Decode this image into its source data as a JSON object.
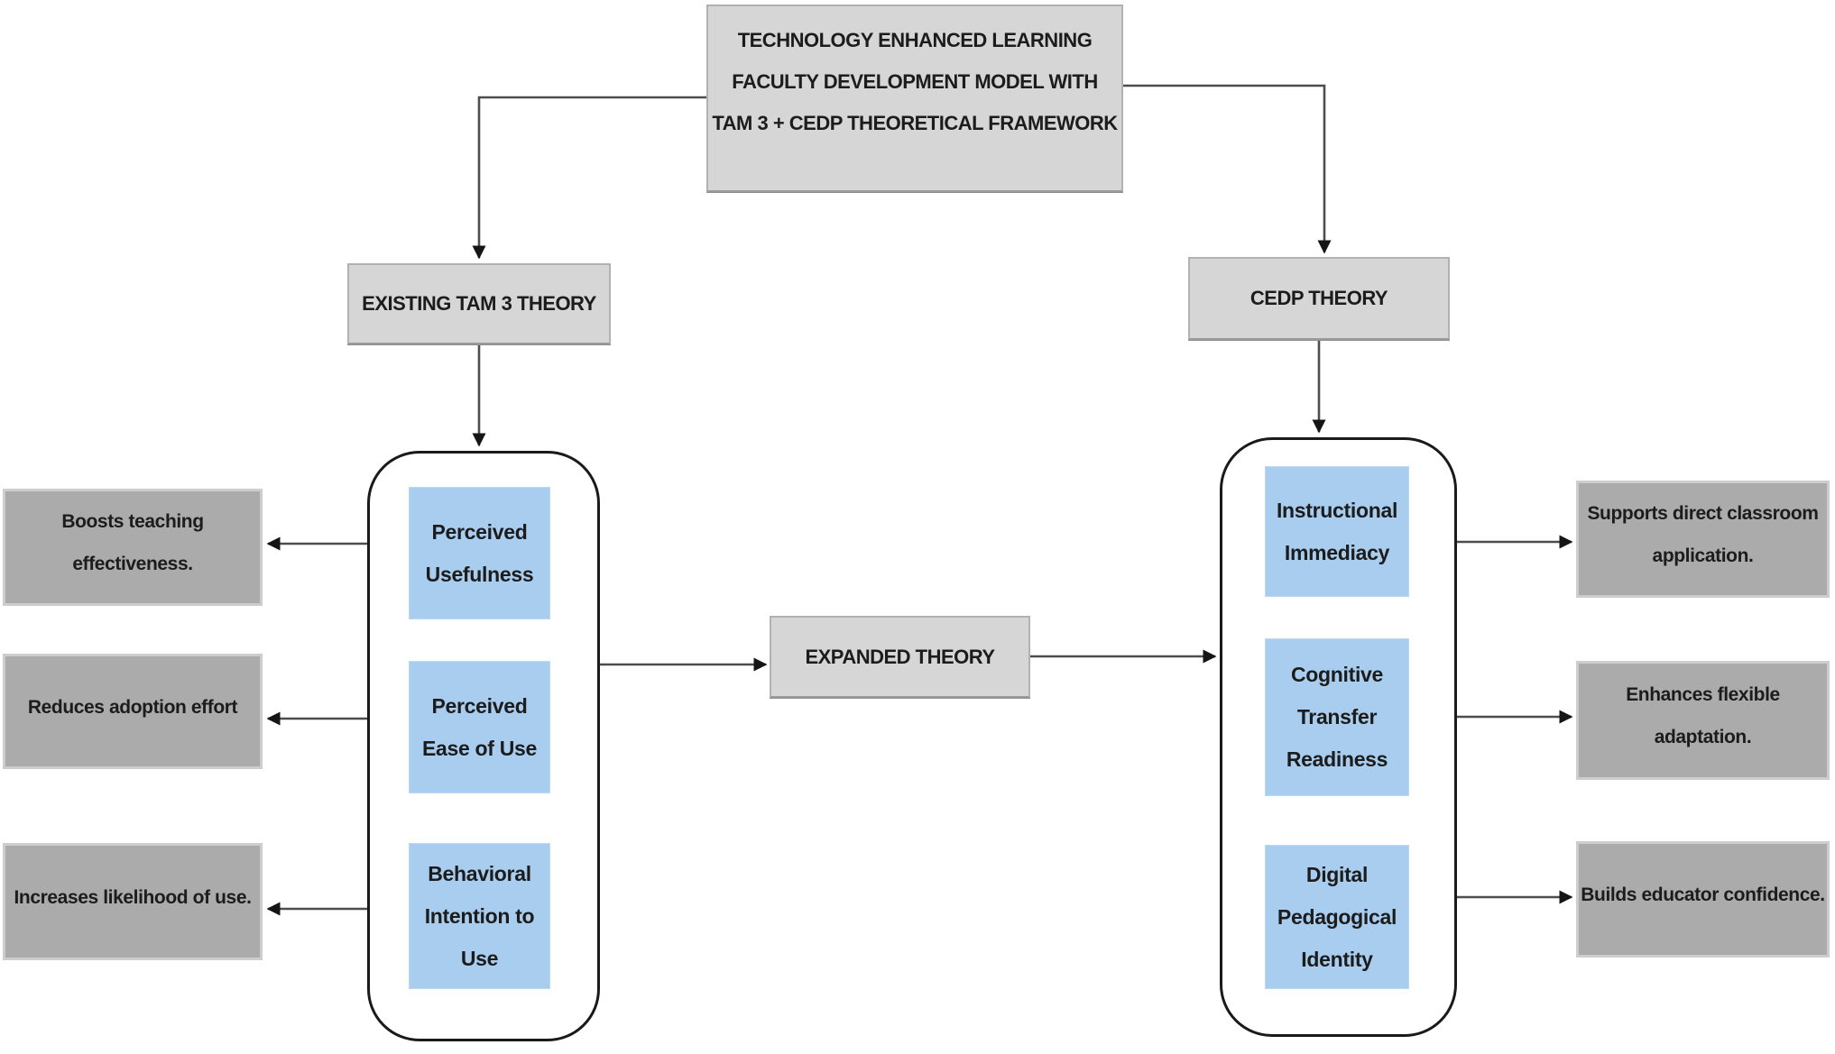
{
  "diagram": {
    "title": {
      "lines": [
        "TECHNOLOGY ENHANCED LEARNING",
        "FACULTY DEVELOPMENT MODEL WITH",
        "TAM 3 + CEDP THEORETICAL FRAMEWORK"
      ]
    },
    "tam_theory": {
      "label": "EXISTING TAM 3 THEORY"
    },
    "cedp_theory": {
      "label": "CEDP THEORY"
    },
    "expanded_theory": {
      "label": "EXPANDED THEORY"
    },
    "tam_constructs": [
      {
        "label": "Perceived Usefulness"
      },
      {
        "label": "Perceived Ease of Use"
      },
      {
        "label": "Behavioral Intention to Use"
      }
    ],
    "cedp_constructs": [
      {
        "label": "Instructional Immediacy"
      },
      {
        "label": "Cognitive Transfer Readiness"
      },
      {
        "label": "Digital Pedagogical Identity"
      }
    ],
    "tam_outcomes": [
      {
        "label": "Boosts teaching effectiveness."
      },
      {
        "label": "Reduces adoption effort"
      },
      {
        "label": "Increases likelihood of use."
      }
    ],
    "cedp_outcomes": [
      {
        "label": "Supports direct classroom application."
      },
      {
        "label": "Enhances flexible adaptation."
      },
      {
        "label": "Builds educator confidence."
      }
    ],
    "colors": {
      "light_gray_box": "#d6d6d6",
      "dark_gray_box": "#ababab",
      "blue_box": "#a8cdee",
      "container_border": "#1a1a1a",
      "connector_line": "#4d4d4d",
      "arrowhead": "#151515"
    }
  }
}
